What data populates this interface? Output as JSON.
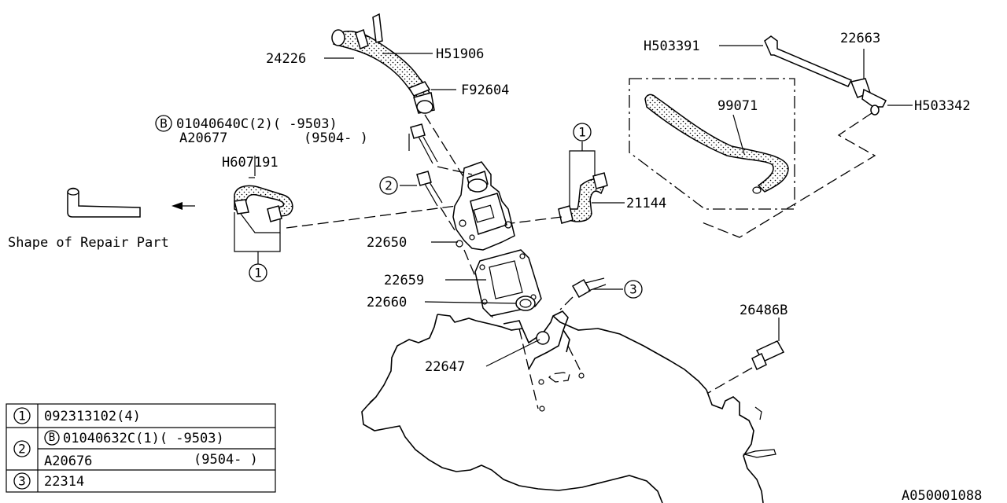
{
  "callouts": {
    "p24226": "24226",
    "h51906": "H51906",
    "f92604": "F92604",
    "bolt_b": "B",
    "bolt_b_spec": "01040640C(2)( -9503)",
    "a20677": "A20677",
    "a20677_range": "(9504- )",
    "h607191": "H607191",
    "p22650": "22650",
    "p22659": "22659",
    "p22660": "22660",
    "p22647": "22647",
    "p21144": "21144",
    "p99071": "99071",
    "h503391": "H503391",
    "p22663": "22663",
    "h503342": "H503342",
    "p26486b": "26486B",
    "ref1_top": "1",
    "ref1_left": "1",
    "ref2": "2",
    "ref3": "3"
  },
  "repair_caption": "Shape of Repair Part",
  "legend": {
    "row1": {
      "num": "1",
      "text": "092313102(4)"
    },
    "row2": {
      "num": "2",
      "b": "B",
      "line1": "01040632C(1)( -9503)",
      "line2_left": "A20676",
      "line2_right": "(9504- )"
    },
    "row3": {
      "num": "3",
      "text": "22314"
    }
  },
  "diagram_id": "A050001088"
}
